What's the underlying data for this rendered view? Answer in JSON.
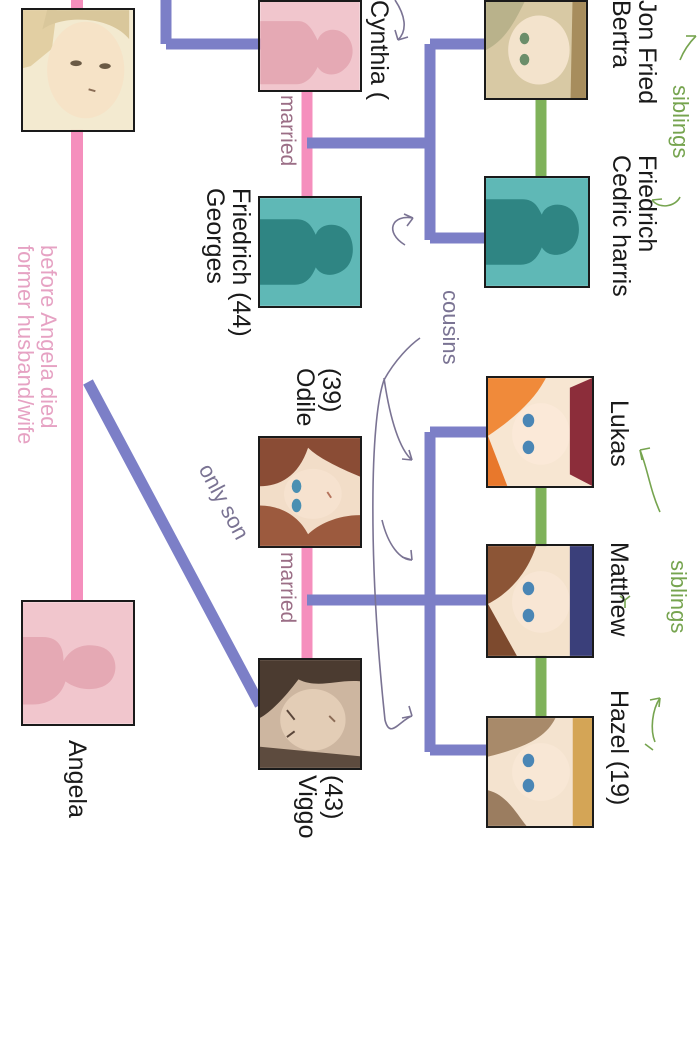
{
  "colors": {
    "pink_line": "#f58fbd",
    "blue_line": "#7c7fc7",
    "green_line": "#7fb25a",
    "placeholder_pink": "#f1c6cd",
    "placeholder_pink_shape": "#e5a9b4",
    "placeholder_teal": "#5fb8b6",
    "placeholder_teal_shape": "#2f8583"
  },
  "people": {
    "angela": {
      "name": "Angela"
    },
    "viggo": {
      "name_lines": [
        "Viggo",
        "(43)"
      ]
    },
    "odile": {
      "name_lines": [
        "Odile",
        "(39)"
      ]
    },
    "georges": {
      "name_lines": [
        "Georges",
        "Friedrich (44)"
      ]
    },
    "cynthia": {
      "name": "Cynthia ("
    },
    "hazel": {
      "name": "Hazel (19)"
    },
    "matthew": {
      "name": "Matthew"
    },
    "lukas": {
      "name": "Lukas"
    },
    "cedric": {
      "name_lines": [
        "Cedric harris",
        "Friedrich"
      ]
    },
    "bertra": {
      "name_lines": [
        "Bertra",
        "Jon Fried"
      ]
    }
  },
  "relations": {
    "former_spouse": [
      "former husband/wife",
      "before Angela died"
    ],
    "only_son": "only son",
    "married": "married",
    "cousins": "cousins",
    "siblings": "siblings"
  },
  "icons": {
    "placeholder": "silhouette-icon",
    "portrait": "face-portrait-icon",
    "arrow": "curved-arrow-icon"
  }
}
